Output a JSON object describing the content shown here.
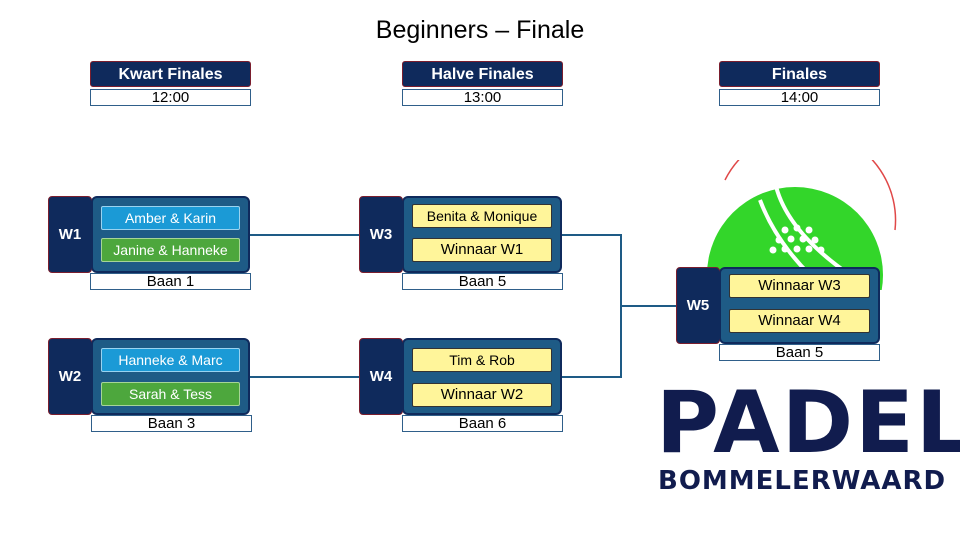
{
  "title": "Beginners – Finale",
  "rounds": [
    {
      "label": "Kwart Finales",
      "time": "12:00"
    },
    {
      "label": "Halve Finales",
      "time": "13:00"
    },
    {
      "label": "Finales",
      "time": "14:00"
    }
  ],
  "matches": {
    "w1": {
      "tag": "W1",
      "team1": "Amber & Karin",
      "team2": "Janine & Hanneke",
      "court": "Baan 1"
    },
    "w2": {
      "tag": "W2",
      "team1": "Hanneke & Marc",
      "team2": "Sarah & Tess",
      "court": "Baan 3"
    },
    "w3": {
      "tag": "W3",
      "team1": "Benita & Monique",
      "team2": "Winnaar W1",
      "court": "Baan 5"
    },
    "w4": {
      "tag": "W4",
      "team1": "Tim & Rob",
      "team2": "Winnaar W2",
      "court": "Baan 6"
    },
    "w5": {
      "tag": "W5",
      "team1": "Winnaar W3",
      "team2": "Winnaar W4",
      "court": "Baan 5"
    }
  },
  "logo": {
    "main": "PADEL",
    "sub": "BOMMELERWAARD"
  },
  "colors": {
    "navy": "#0f2a5c",
    "box_blue": "#1e5b86",
    "team_blue": "#1b9ad6",
    "team_green": "#4da73d",
    "winner_yellow": "#fff59a",
    "logo_green": "#33d62a"
  }
}
